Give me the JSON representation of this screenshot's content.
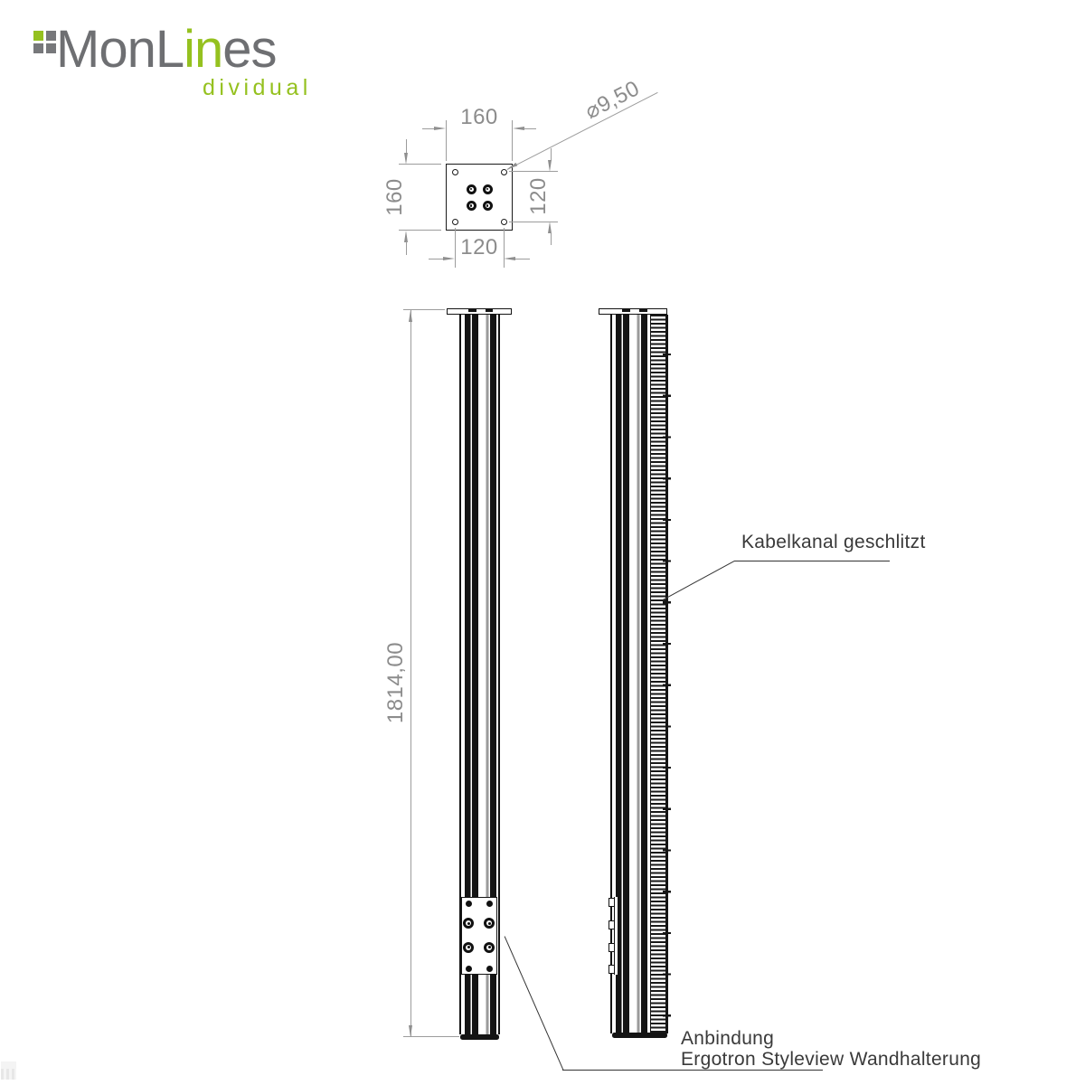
{
  "logo": {
    "brand_prefix": "MonL",
    "brand_accent": "in",
    "brand_suffix": "es",
    "subbrand": "dividual"
  },
  "colors": {
    "logo_gray": "#6e6f72",
    "logo_green": "#95c11f",
    "dimension_gray": "#8c8c8c",
    "drawing_black": "#141414",
    "annotation_dark": "#3a3a3a"
  },
  "top_view": {
    "plate_width": "160",
    "plate_height": "160",
    "hole_pitch_vertical": "120",
    "hole_pitch_horizontal": "120",
    "hole_diameter": "⌀9,50"
  },
  "front_view": {
    "total_height": "1814,00"
  },
  "annotations": {
    "cable_channel": "Kabelkanal geschlitzt",
    "mount_line1": "Anbindung",
    "mount_line2": "Ergotron Styleview Wandhalterung"
  }
}
